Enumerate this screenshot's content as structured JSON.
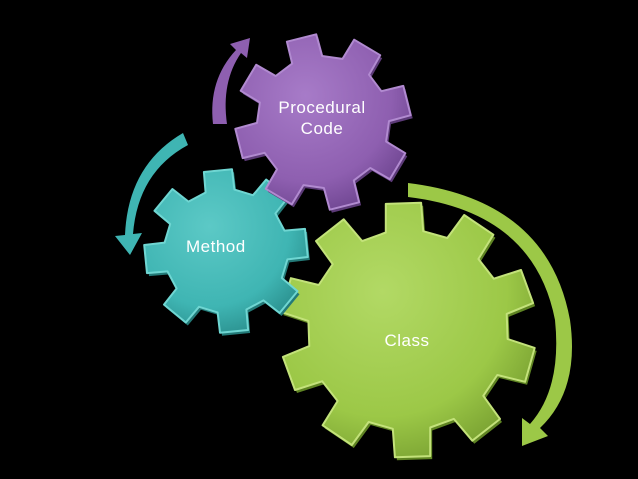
{
  "diagram": {
    "gears": [
      {
        "id": "procedural",
        "label": "Procedural\nCode",
        "color": "#8e5fb0",
        "highlight": "#b18ad0",
        "shadow": "#5c3a78"
      },
      {
        "id": "method",
        "label": "Method",
        "color": "#3fb5b3",
        "highlight": "#6fd6d2",
        "shadow": "#237a78"
      },
      {
        "id": "class",
        "label": "Class",
        "color": "#9cc847",
        "highlight": "#c3e27a",
        "shadow": "#5f8423"
      }
    ],
    "arrows": [
      {
        "id": "arrow-purple",
        "color": "#8e5fb0"
      },
      {
        "id": "arrow-teal",
        "color": "#3fb5b3"
      },
      {
        "id": "arrow-green",
        "color": "#9cc847"
      }
    ]
  }
}
